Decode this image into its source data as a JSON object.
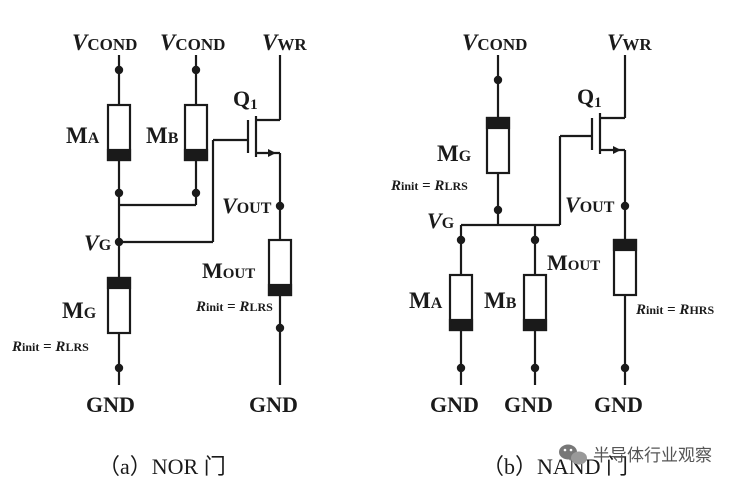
{
  "colors": {
    "ink": "#1a1a1a",
    "memristor_band": "#1a1a1a",
    "watermark": "#555555"
  },
  "nor": {
    "vcond_left": {
      "main": "V",
      "sub": "COND"
    },
    "vcond_right": {
      "main": "V",
      "sub": "COND"
    },
    "vwr": {
      "main": "V",
      "sub": "WR"
    },
    "q1": {
      "main": "Q",
      "sub": "1"
    },
    "ma": {
      "main": "M",
      "sub": "A"
    },
    "mb": {
      "main": "M",
      "sub": "B"
    },
    "vout": {
      "main": "V",
      "sub": "OUT"
    },
    "vg": {
      "main": "V",
      "sub": "G"
    },
    "mout": {
      "main": "M",
      "sub": "OUT"
    },
    "mout_rinit": {
      "r1": "R",
      "s1": "init",
      "eq": " = ",
      "r2": "R",
      "s2": "LRS"
    },
    "mg": {
      "main": "M",
      "sub": "G"
    },
    "mg_rinit": {
      "r1": "R",
      "s1": "init",
      "eq": " = ",
      "r2": "R",
      "s2": "LRS"
    },
    "gnd_left": "GND",
    "gnd_right": "GND",
    "caption": "（a）NOR 门"
  },
  "nand": {
    "vcond": {
      "main": "V",
      "sub": "COND"
    },
    "vwr": {
      "main": "V",
      "sub": "WR"
    },
    "q1": {
      "main": "Q",
      "sub": "1"
    },
    "mg": {
      "main": "M",
      "sub": "G"
    },
    "mg_rinit": {
      "r1": "R",
      "s1": "init",
      "eq": " = ",
      "r2": "R",
      "s2": "LRS"
    },
    "vg": {
      "main": "V",
      "sub": "G"
    },
    "vout": {
      "main": "V",
      "sub": "OUT"
    },
    "mout": {
      "main": "M",
      "sub": "OUT"
    },
    "mout_rinit": {
      "r1": "R",
      "s1": "init",
      "eq": " = ",
      "r2": "R",
      "s2": "HRS"
    },
    "ma": {
      "main": "M",
      "sub": "A"
    },
    "mb": {
      "main": "M",
      "sub": "B"
    },
    "gnd_a": "GND",
    "gnd_b": "GND",
    "gnd_out": "GND",
    "caption": "（b）NAND 门"
  },
  "watermark": {
    "icon": "wechat-bubble-icon",
    "text": "半导体行业观察"
  }
}
